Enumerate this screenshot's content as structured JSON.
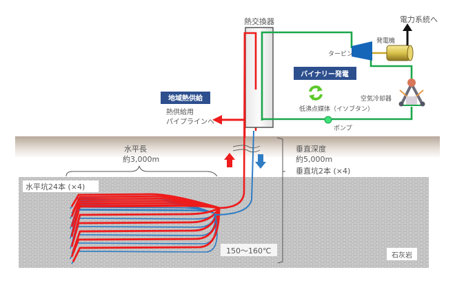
{
  "labels": {
    "heat_exchanger": "熱交換器",
    "power_grid": "電力系統へ",
    "generator": "発電機",
    "turbine": "タービン",
    "binary_power": "バイナリー発電",
    "air_cooler": "空気冷却器",
    "working_fluid": "低沸点媒体（イソブタン）",
    "pump": "ポンプ",
    "district_heating": "地域熱供給",
    "heat_pipeline_line1": "熱供給用",
    "heat_pipeline_line2": "パイプラインへ",
    "horizontal_length_line1": "水平長",
    "horizontal_length_line2": "約3,000m",
    "vertical_depth_line1": "垂直深度",
    "vertical_depth_line2": "約5,000m",
    "vertical_wells": "垂直坑2本 (×4)",
    "horizontal_wells": "水平坑24本 (×4)",
    "temperature": "150〜160℃",
    "rock": "石灰岩"
  },
  "colors": {
    "hot_pipe": "#ee1c1c",
    "cold_pipe": "#2e7cc4",
    "binary_loop": "#1aa64a",
    "label_box": "#2d4f8e",
    "turbine": "#1566b8",
    "generator": "#d9c24a",
    "ground": "#b7a89a",
    "rock": "#cfcfcf"
  },
  "icons": {
    "cycle": "recycle-arrows-icon",
    "up_arrow": "up-arrow-icon",
    "down_arrow": "down-arrow-icon",
    "left_arrow": "left-arrow-icon"
  }
}
